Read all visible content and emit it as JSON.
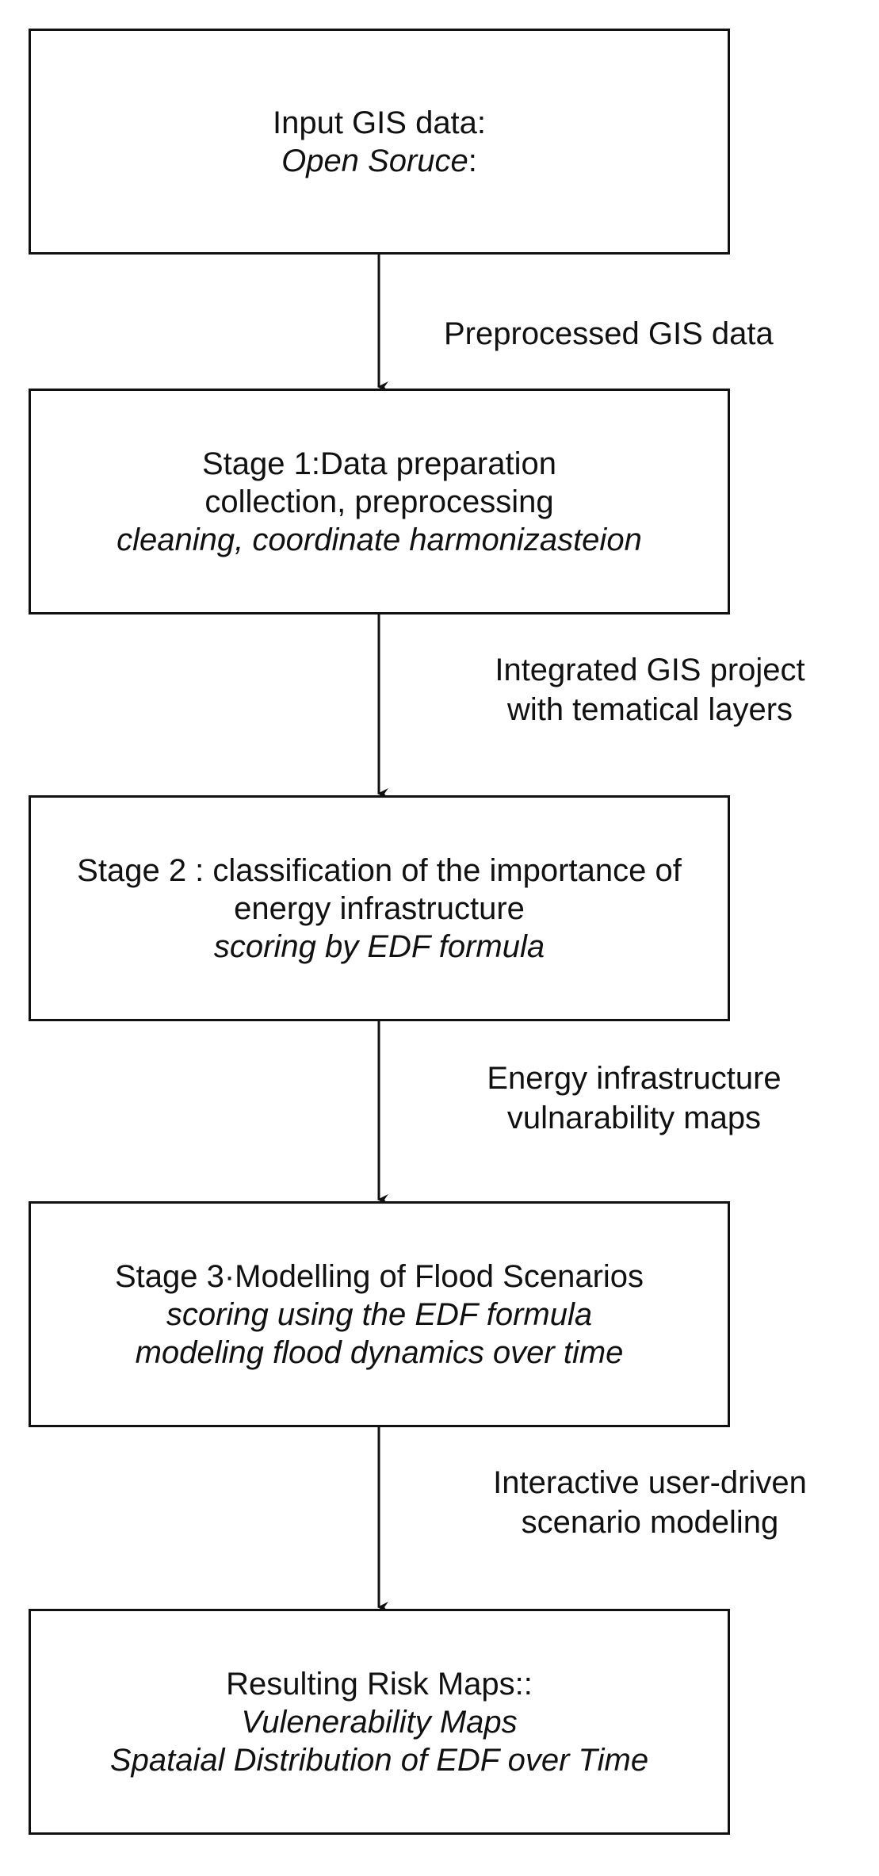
{
  "boxes": [
    {
      "line1": "Input  GIS data:",
      "italic_part": "Open Soruce",
      "after_italic": ":"
    },
    {
      "line1": "Stage 1:Data preparation",
      "line2": "collection, preprocessing",
      "line3": "cleaning, coordinate harmonizasteion"
    },
    {
      "line1": "Stage 2 : classification of the importance of",
      "line2": "energy infrastructure",
      "line3": "scoring by EDF formula"
    },
    {
      "line1": "Stage 3·Modelling of Flood Scenarios",
      "line2": "scoring using the EDF formula",
      "line3": "modeling flood dynamics over time"
    },
    {
      "line1": "Resulting Risk Maps::",
      "line2": "Vulenerability Maps",
      "line3": "Spataial Distribution of EDF over Time"
    }
  ],
  "edges": [
    {
      "line1": "Preprocessed GIS data"
    },
    {
      "line1": "Integrated GIS project",
      "line2": "with tematical layers"
    },
    {
      "line1": "Energy infrastructure",
      "line2": "vulnarability maps"
    },
    {
      "line1": "Interactive user-driven",
      "line2": "scenario modeling"
    }
  ]
}
